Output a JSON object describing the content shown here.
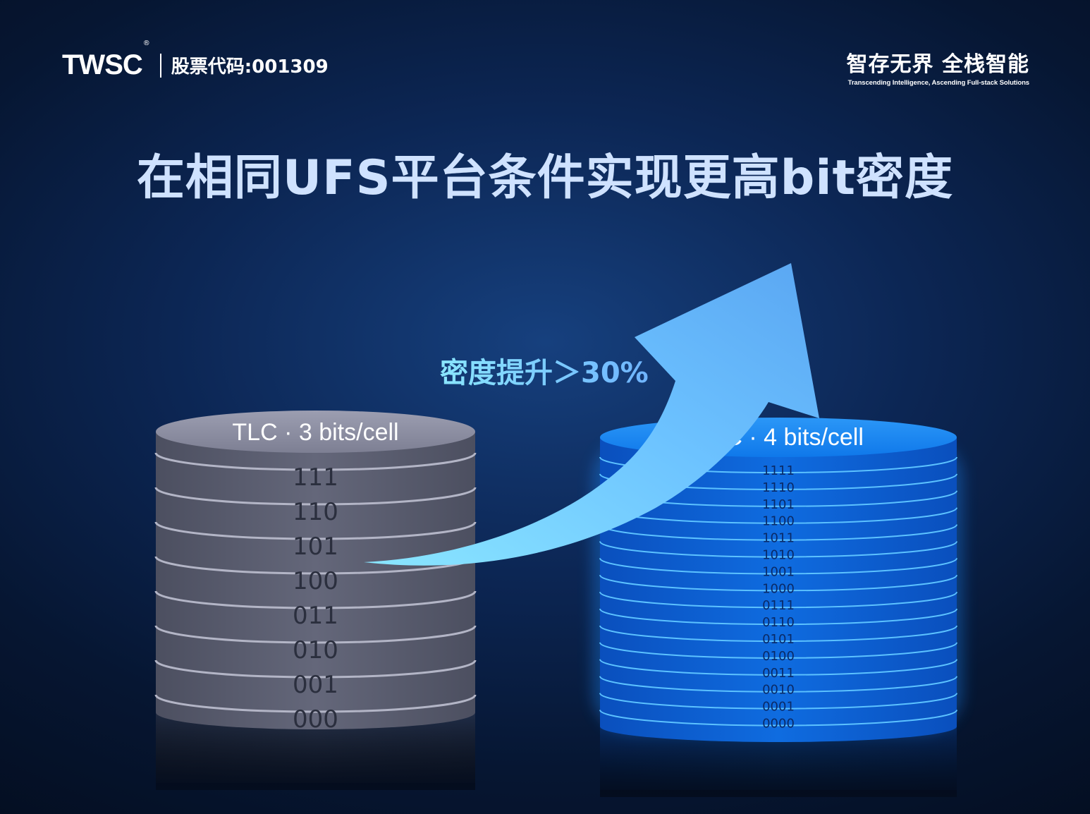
{
  "header": {
    "logo": "TWSC",
    "logo_mark": "®",
    "stock_code": "股票代码:001309",
    "slogan": "智存无界 全栈智能",
    "slogan_en": "Transcending Intelligence, Ascending Full-stack Solutions"
  },
  "title": "在相同UFS平台条件实现更高bit密度",
  "tlc": {
    "label": "TLC · 3 bits/cell",
    "states": [
      "111",
      "110",
      "101",
      "100",
      "011",
      "010",
      "001",
      "000"
    ]
  },
  "qlc": {
    "label": "QLC · 4 bits/cell",
    "states": [
      "1111",
      "1110",
      "1101",
      "1100",
      "1011",
      "1010",
      "1001",
      "1000",
      "0111",
      "0110",
      "0101",
      "0100",
      "0011",
      "0010",
      "0001",
      "0000"
    ]
  },
  "density_boost": "密度提升＞30%",
  "colors": {
    "tlc_body": "#5c5f72",
    "tlc_top": "#8e90a4",
    "qlc_body": "#0a63d6",
    "qlc_top": "#1f8cf4",
    "arrow_start": "#8ae6ff",
    "arrow_end": "#4f9ff0",
    "title": "#cfe2ff"
  }
}
